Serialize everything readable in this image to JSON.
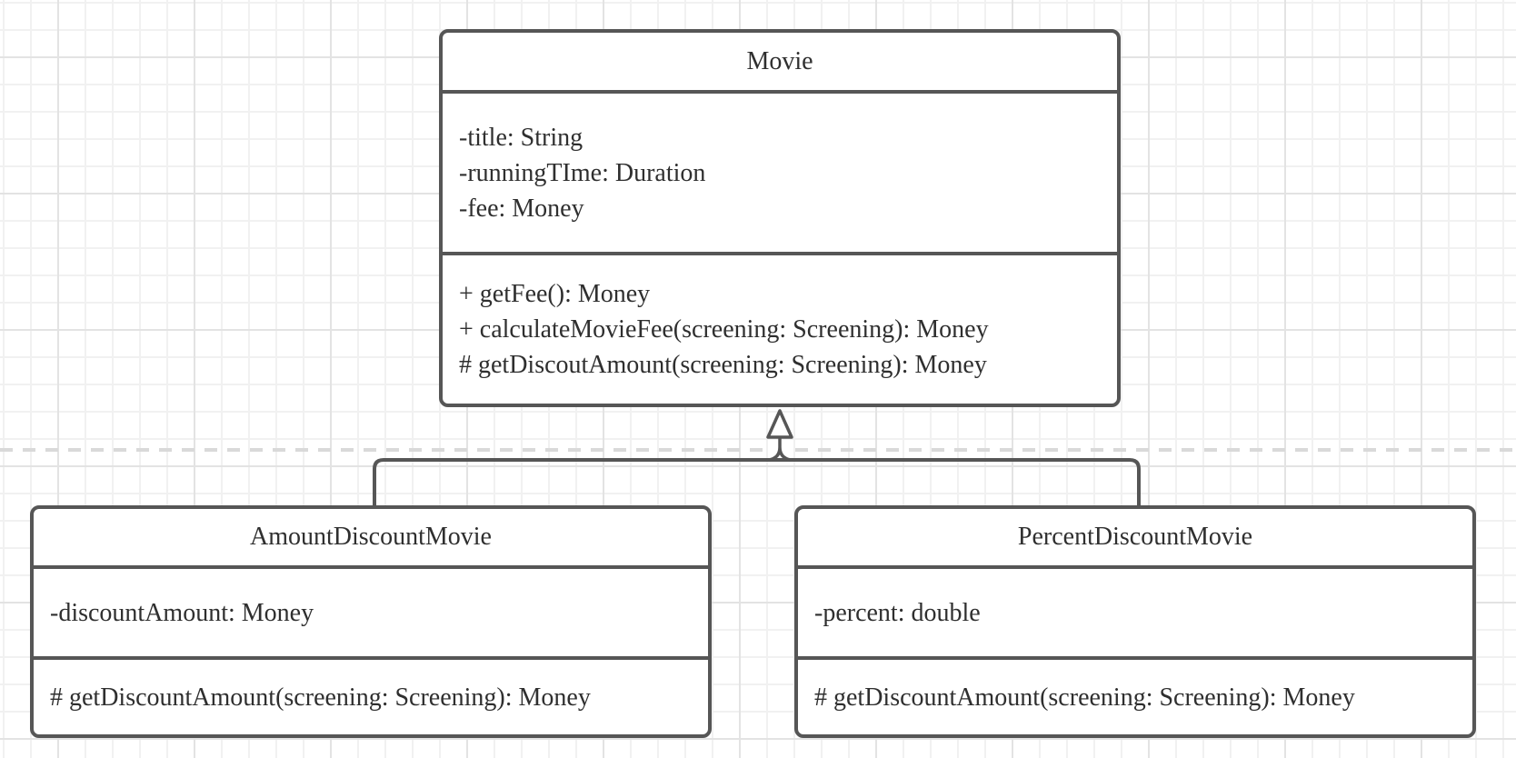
{
  "diagram": {
    "type": "uml-class-diagram",
    "classes": {
      "movie": {
        "title": "Movie",
        "attributes": [
          "-title: String",
          "-runningTIme: Duration",
          "-fee: Money"
        ],
        "methods": [
          "+ getFee(): Money",
          "+ calculateMovieFee(screening: Screening): Money",
          "# getDiscoutAmount(screening: Screening): Money"
        ]
      },
      "amountDiscountMovie": {
        "title": "AmountDiscountMovie",
        "attributes": [
          "-discountAmount: Money"
        ],
        "methods": [
          "# getDiscountAmount(screening: Screening): Money"
        ]
      },
      "percentDiscountMovie": {
        "title": "PercentDiscountMovie",
        "attributes": [
          "-percent: double"
        ],
        "methods": [
          "# getDiscountAmount(screening: Screening): Money"
        ]
      }
    },
    "relationships": [
      {
        "type": "generalization",
        "from": "AmountDiscountMovie",
        "to": "Movie"
      },
      {
        "type": "generalization",
        "from": "PercentDiscountMovie",
        "to": "Movie"
      }
    ],
    "colors": {
      "stroke": "#565656",
      "text": "#2f2f2f",
      "shape_fill": "#ffffff",
      "grid_minor": "#f1f1f1",
      "grid_major": "#e3e3e3",
      "page_divider": "#d9d9d9"
    }
  }
}
